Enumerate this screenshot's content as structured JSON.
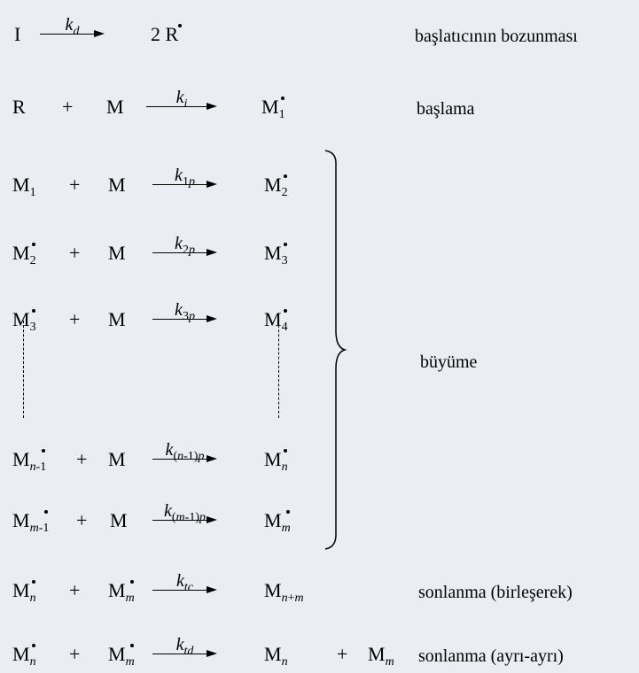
{
  "reactions": [
    {
      "id": "r1",
      "left": [
        {
          "sym": "I"
        }
      ],
      "k": {
        "base": "k",
        "sub": "d"
      },
      "right": [
        {
          "sym": "2 R",
          "dot": true
        }
      ],
      "desc": "başlatıcının bozunması"
    },
    {
      "id": "r2",
      "left": [
        {
          "sym": "R"
        },
        {
          "op": "+"
        },
        {
          "sym": "M"
        }
      ],
      "k": {
        "base": "k",
        "sub": "i"
      },
      "right": [
        {
          "sym": "M",
          "sub": "1",
          "dot": true
        }
      ],
      "desc": "başlama"
    },
    {
      "id": "r3",
      "left": [
        {
          "sym": "M",
          "sub": "1"
        },
        {
          "op": "+"
        },
        {
          "sym": "M"
        }
      ],
      "k": {
        "base": "k",
        "sub": "1p"
      },
      "right": [
        {
          "sym": "M",
          "sub": "2",
          "dot": true
        }
      ],
      "desc": ""
    },
    {
      "id": "r4",
      "left": [
        {
          "sym": "M",
          "sub": "2",
          "dot": true
        },
        {
          "op": "+"
        },
        {
          "sym": "M"
        }
      ],
      "k": {
        "base": "k",
        "sub": "2p"
      },
      "right": [
        {
          "sym": "M",
          "sub": "3",
          "dot": true
        }
      ],
      "desc": ""
    },
    {
      "id": "r5",
      "left": [
        {
          "sym": "M",
          "sub": "3",
          "dot": true
        },
        {
          "op": "+"
        },
        {
          "sym": "M"
        }
      ],
      "k": {
        "base": "k",
        "sub": "3p"
      },
      "right": [
        {
          "sym": "M",
          "sub": "4",
          "dot": true
        }
      ],
      "desc": ""
    },
    {
      "id": "r6",
      "left": [
        {
          "sym": "M",
          "sub": "n-1",
          "dot": true
        },
        {
          "op": "+"
        },
        {
          "sym": "M"
        }
      ],
      "k": {
        "base": "k",
        "sub": "(n-1)p"
      },
      "right": [
        {
          "sym": "M",
          "sub": "n",
          "dot": true
        }
      ],
      "desc": ""
    },
    {
      "id": "r7",
      "left": [
        {
          "sym": "M",
          "sub": "m-1",
          "dot": true
        },
        {
          "op": "+"
        },
        {
          "sym": "M"
        }
      ],
      "k": {
        "base": "k",
        "sub": "(m-1)p"
      },
      "right": [
        {
          "sym": "M",
          "sub": "m",
          "dot": true
        }
      ],
      "desc": ""
    },
    {
      "id": "r8",
      "left": [
        {
          "sym": "M",
          "sub": "n",
          "dot": true
        },
        {
          "op": "+"
        },
        {
          "sym": "M",
          "sub": "m",
          "dot": true
        }
      ],
      "k": {
        "base": "k",
        "sub": "tc"
      },
      "right": [
        {
          "sym": "M",
          "sub": "n+m"
        }
      ],
      "desc": "sonlanma (birleşerek)"
    },
    {
      "id": "r9",
      "left": [
        {
          "sym": "M",
          "sub": "n",
          "dot": true
        },
        {
          "op": "+"
        },
        {
          "sym": "M",
          "sub": "m",
          "dot": true
        }
      ],
      "k": {
        "base": "k",
        "sub": "td"
      },
      "right": [
        {
          "sym": "M",
          "sub": "n"
        },
        {
          "op": "+"
        },
        {
          "sym": "M",
          "sub": "m"
        }
      ],
      "desc": "sonlanma (ayrı-ayrı)"
    }
  ],
  "brace_label": "büyüme"
}
